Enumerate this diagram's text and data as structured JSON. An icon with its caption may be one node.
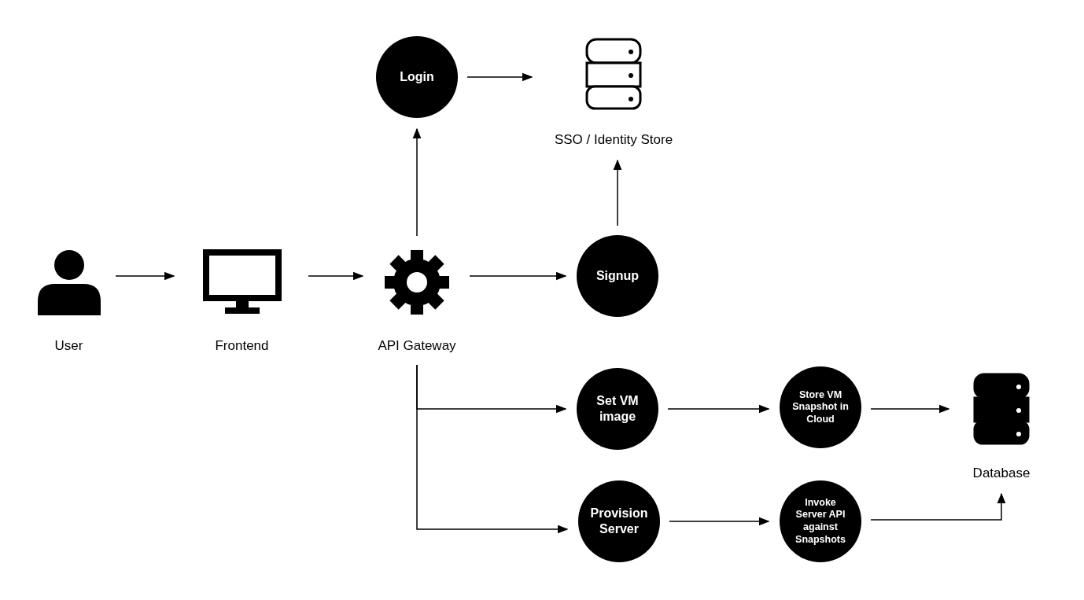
{
  "diagram": {
    "nodes": [
      {
        "text": [
          "User"
        ]
      },
      {
        "text": [
          "Frontend"
        ]
      },
      {
        "text": [
          "API Gateway"
        ]
      },
      {
        "text": [
          "Login"
        ]
      },
      {
        "text": [
          "SSO / Identity Store"
        ]
      },
      {
        "text": [
          "Signup"
        ]
      },
      {
        "text": [
          "Set VM image"
        ]
      },
      {
        "text": [
          "Store VM Snapshot in Cloud"
        ]
      },
      {
        "text": [
          "Provision Server"
        ]
      },
      {
        "text": [
          "Invoke Server API against Snapshots"
        ]
      },
      {
        "text": [
          "Database"
        ]
      }
    ],
    "edges": [
      {
        "from": 0,
        "to": 1,
        "arrow": "to"
      },
      {
        "from": 1,
        "to": 2,
        "arrow": "to"
      },
      {
        "from": 2,
        "to": 3,
        "arrow": "to"
      },
      {
        "from": 3,
        "to": 4,
        "arrow": "to"
      },
      {
        "from": 2,
        "to": 5,
        "arrow": "to"
      },
      {
        "from": 5,
        "to": 4,
        "arrow": "to"
      },
      {
        "from": 2,
        "to": 6,
        "arrow": "to"
      },
      {
        "from": 2,
        "to": 8,
        "arrow": "to"
      },
      {
        "from": 6,
        "to": 7,
        "arrow": "to"
      },
      {
        "from": 7,
        "to": 10,
        "arrow": "to"
      },
      {
        "from": 8,
        "to": 9,
        "arrow": "to"
      },
      {
        "from": 9,
        "to": 10,
        "arrow": "to"
      }
    ]
  }
}
